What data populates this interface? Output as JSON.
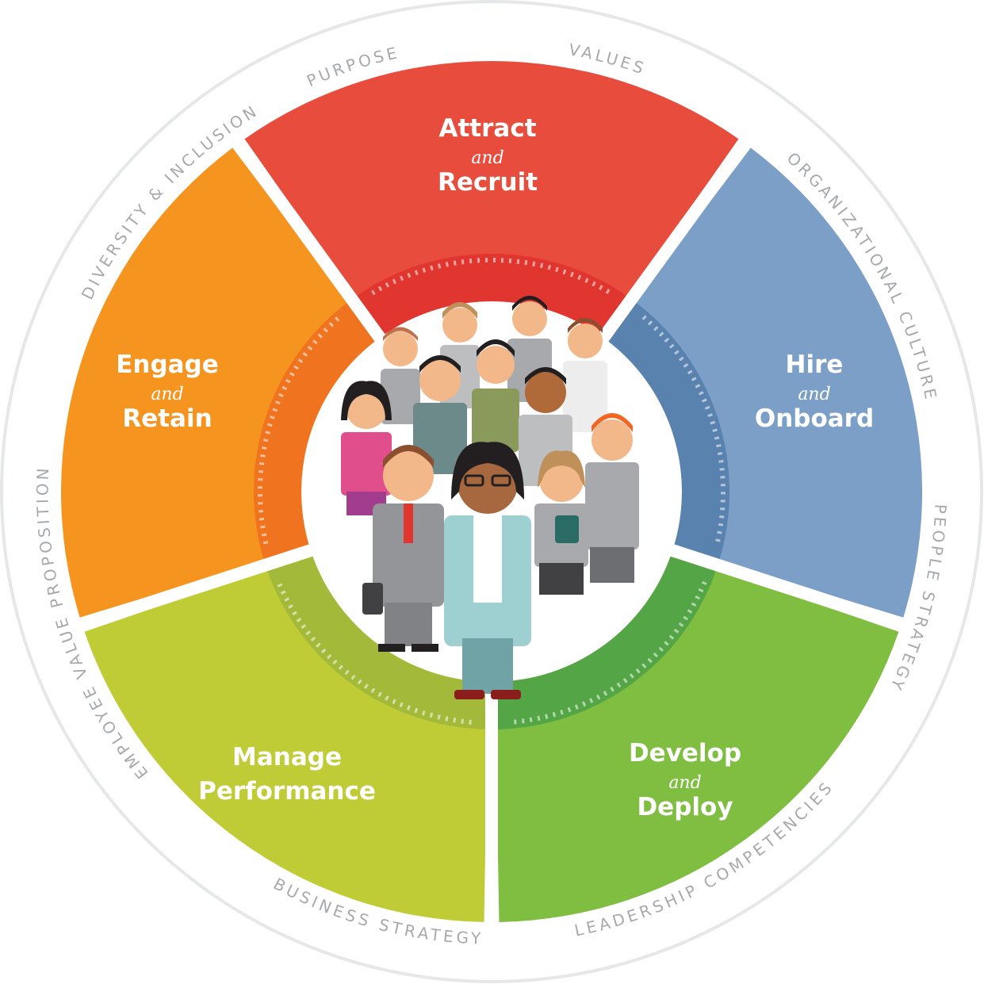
{
  "colors": {
    "attract": "#e84c3d",
    "attract_inner": "#e1352f",
    "hire": "#7b9fc6",
    "hire_inner": "#5a82ae",
    "develop": "#80be41",
    "develop_inner": "#53a546",
    "manage": "#c0cc35",
    "manage_inner": "#a3b93a",
    "engage": "#f5951f",
    "engage_inner": "#f0731f",
    "ring_outline": "#e6e7e8",
    "ring_text": "#a7a9ac"
  },
  "segments": [
    {
      "key": "attract",
      "line1": "Attract",
      "connector": "and",
      "line2": "Recruit"
    },
    {
      "key": "hire",
      "line1": "Hire",
      "connector": "and",
      "line2": "Onboard"
    },
    {
      "key": "develop",
      "line1": "Develop",
      "connector": "and",
      "line2": "Deploy"
    },
    {
      "key": "manage",
      "line1": "Manage",
      "line2": "Performance"
    },
    {
      "key": "engage",
      "line1": "Engage",
      "connector": "and",
      "line2": "Retain"
    }
  ],
  "ring_labels": [
    "PURPOSE",
    "VALUES",
    "ORGANIZATIONAL CULTURE",
    "PEOPLE STRATEGY",
    "LEADERSHIP COMPETENCIES",
    "BUSINESS STRATEGY",
    "EMPLOYEE VALUE PROPOSITION",
    "DIVERSITY & INCLUSION"
  ],
  "center": {
    "icon": "people-group-icon"
  }
}
